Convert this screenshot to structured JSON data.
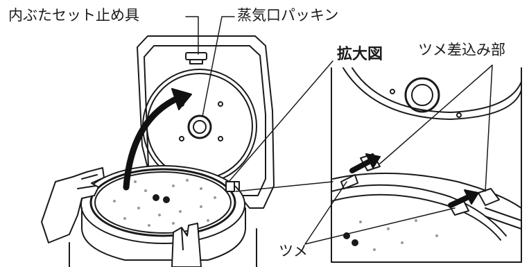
{
  "labels": {
    "inner_lid_fastener": "内ぶたセット止め具",
    "steam_vent_packing": "蒸気口パッキン",
    "enlarged_view": "拡大図",
    "claw_slot": "ツメ差込み部",
    "claw": "ツメ"
  },
  "colors": {
    "line": "#1a1a1a",
    "arrow": "#111111",
    "lid_fill": "#ffffff",
    "texture": "#9a9a9a"
  }
}
